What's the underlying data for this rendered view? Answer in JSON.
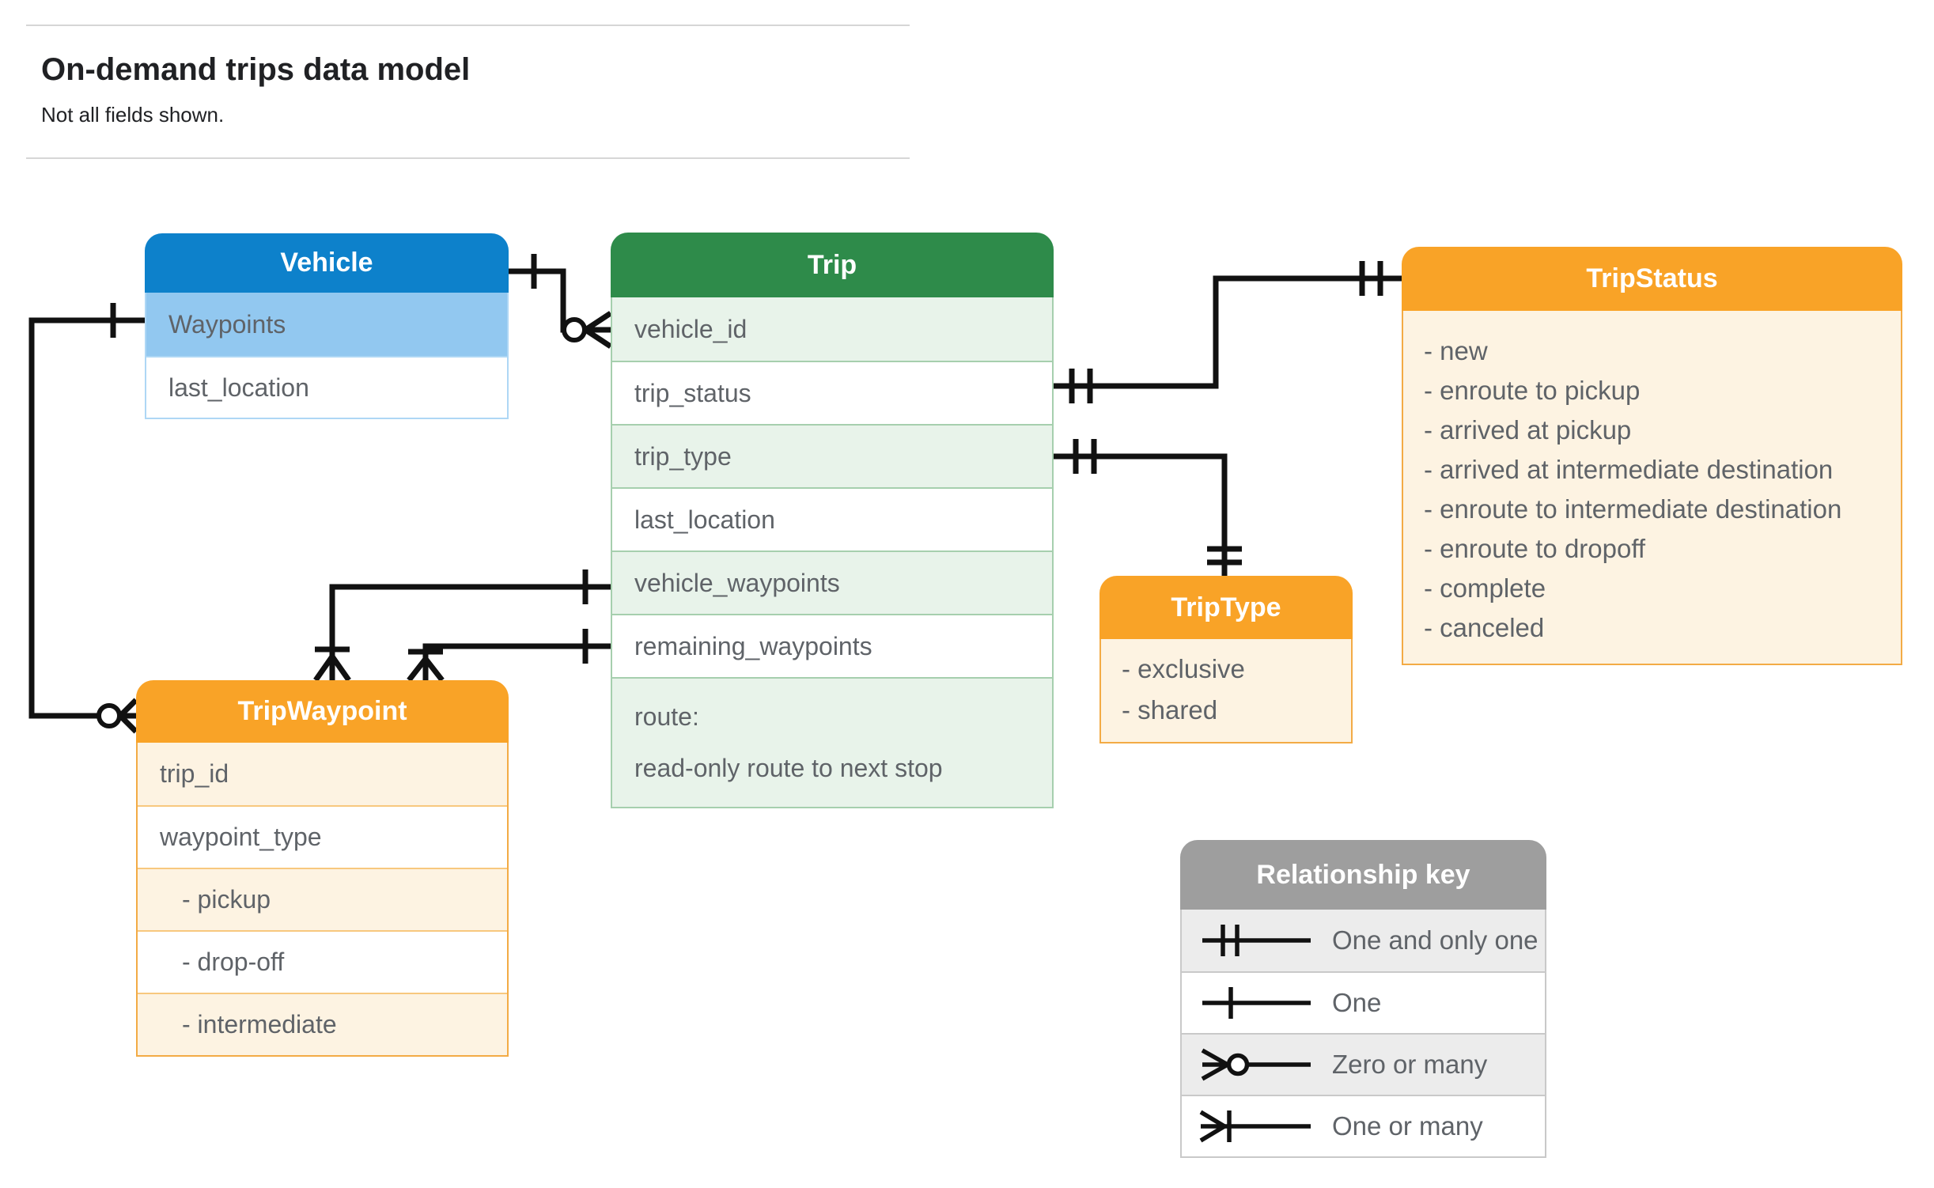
{
  "page": {
    "title": "On-demand trips data model",
    "subtitle": "Not all fields shown."
  },
  "entities": {
    "vehicle": {
      "title": "Vehicle",
      "fields": [
        "Waypoints",
        "last_location"
      ]
    },
    "trip": {
      "title": "Trip",
      "fields": [
        "vehicle_id",
        "trip_status",
        "trip_type",
        "last_location",
        "vehicle_waypoints",
        "remaining_waypoints"
      ],
      "route_line1": "route:",
      "route_line2": "read-only route to next stop"
    },
    "trip_status": {
      "title": "TripStatus",
      "items": [
        "- new",
        "- enroute to pickup",
        "- arrived at pickup",
        "- arrived at intermediate destination",
        "- enroute to intermediate destination",
        "- enroute to dropoff",
        "- complete",
        "- canceled"
      ]
    },
    "trip_type": {
      "title": "TripType",
      "items": [
        "- exclusive",
        "- shared"
      ]
    },
    "trip_waypoint": {
      "title": "TripWaypoint",
      "fields": [
        "trip_id",
        "waypoint_type",
        "- pickup",
        "- drop-off",
        "- intermediate"
      ]
    }
  },
  "legend": {
    "title": "Relationship key",
    "rows": [
      {
        "symbol": "one-and-only-one",
        "label": "One and only one"
      },
      {
        "symbol": "one",
        "label": "One"
      },
      {
        "symbol": "zero-or-many",
        "label": "Zero or many"
      },
      {
        "symbol": "one-or-many",
        "label": "One or many"
      }
    ]
  },
  "colors": {
    "vehicle_header": "#0d81cb",
    "vehicle_highlight_row": "#92c8f0",
    "trip_header": "#2e8b4a",
    "trip_alt_row": "#e8f3ea",
    "orange_header": "#f9a327",
    "orange_body": "#fdf3e2",
    "legend_header": "#9e9e9e",
    "body_text": "#5f6368",
    "connector": "#111111"
  }
}
